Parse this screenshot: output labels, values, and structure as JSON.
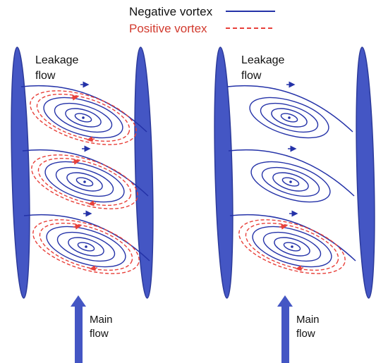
{
  "legend": {
    "items": [
      {
        "label": "Negative vortex",
        "line_color": "#2432a8",
        "style": "solid"
      },
      {
        "label": "Positive vortex",
        "line_color": "#e8403a",
        "style": "dashed"
      }
    ]
  },
  "panels": [
    {
      "id": "left",
      "leakage_label_line1": "Leakage",
      "leakage_label_line2": "flow",
      "main_label_line1": "Main",
      "main_label_line2": "flow",
      "vortices": [
        "negative+positive",
        "negative+positive",
        "negative+positive"
      ]
    },
    {
      "id": "right",
      "leakage_label_line1": "Leakage",
      "leakage_label_line2": "flow",
      "main_label_line1": "Main",
      "main_label_line2": "flow",
      "vortices": [
        "negative",
        "negative",
        "negative+positive"
      ]
    }
  ],
  "colors": {
    "blade_fill": "#4456c4",
    "blade_stroke": "#2c3a9a",
    "negative_vortex": "#2432a8",
    "positive_vortex": "#e8403a",
    "arrow_fill": "#4456c4"
  }
}
